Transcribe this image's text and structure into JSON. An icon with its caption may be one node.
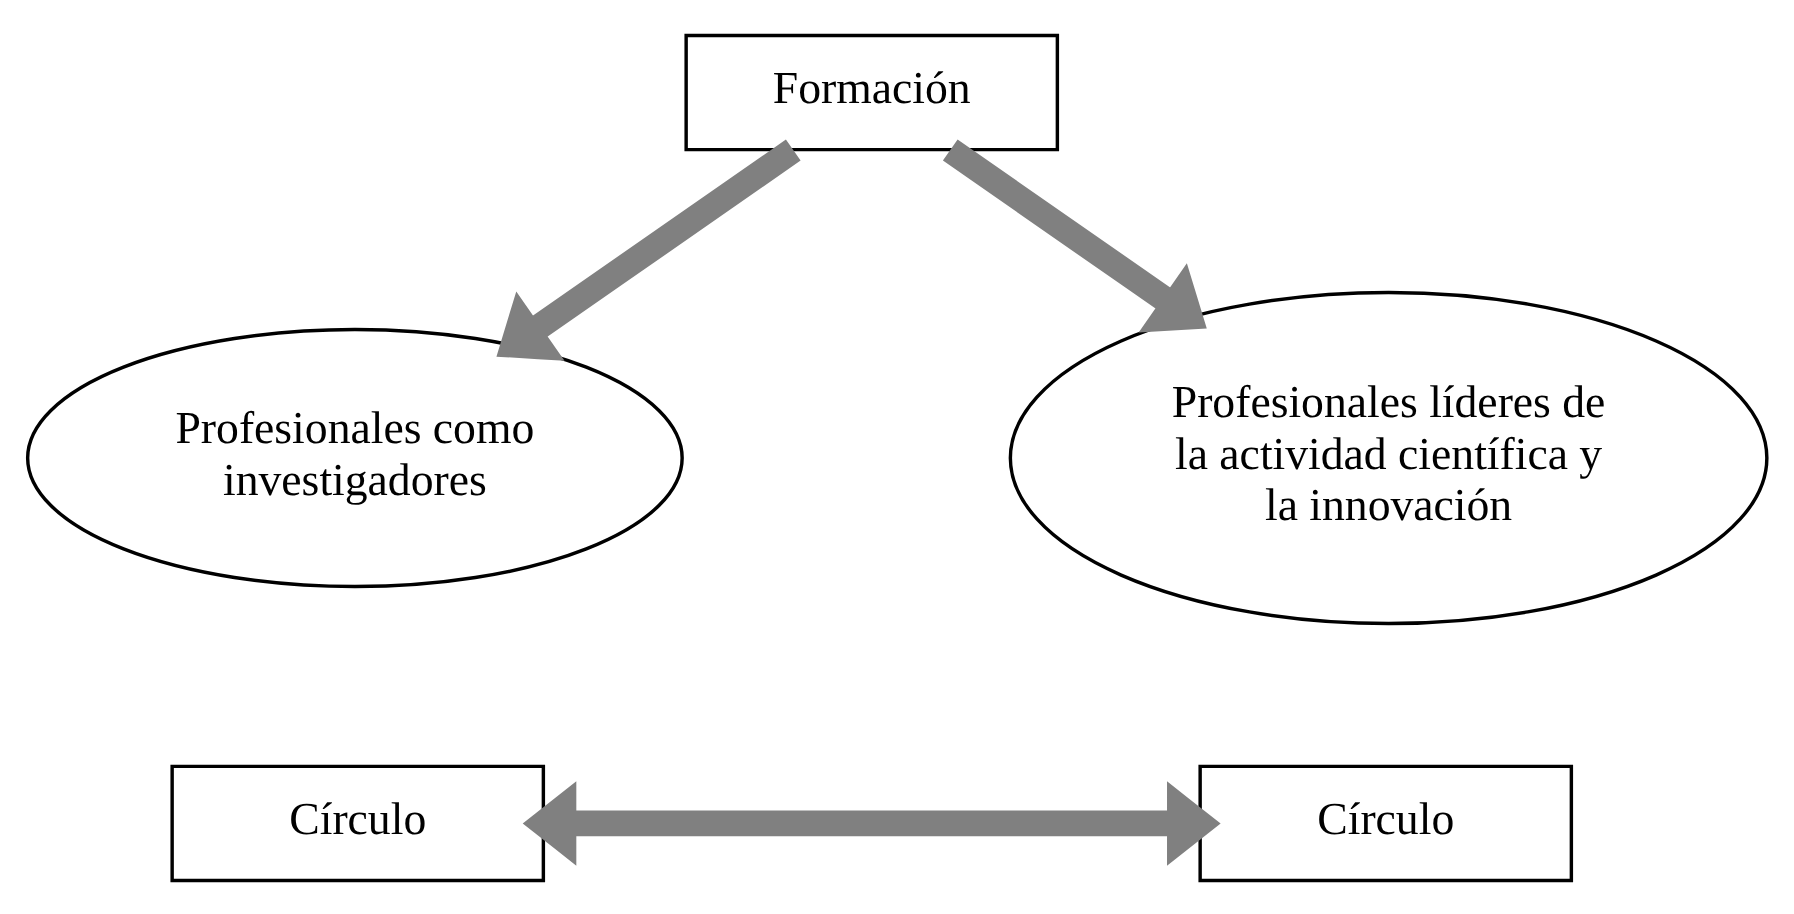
{
  "diagram": {
    "nodes": [
      {
        "text": [
          "Formación"
        ]
      },
      {
        "text": [
          "Profesionales como investigadores"
        ]
      },
      {
        "text": [
          "Profesionales líderes de la actividad científica y la innovación"
        ]
      },
      {
        "text": [
          "Círculo"
        ]
      },
      {
        "text": [
          "Círculo"
        ]
      }
    ],
    "edges": [
      {
        "from": 0,
        "to": 1,
        "arrow": "to"
      },
      {
        "from": 0,
        "to": 2,
        "arrow": "to"
      },
      {
        "from": 3,
        "to": 4,
        "arrow": "both"
      }
    ]
  }
}
